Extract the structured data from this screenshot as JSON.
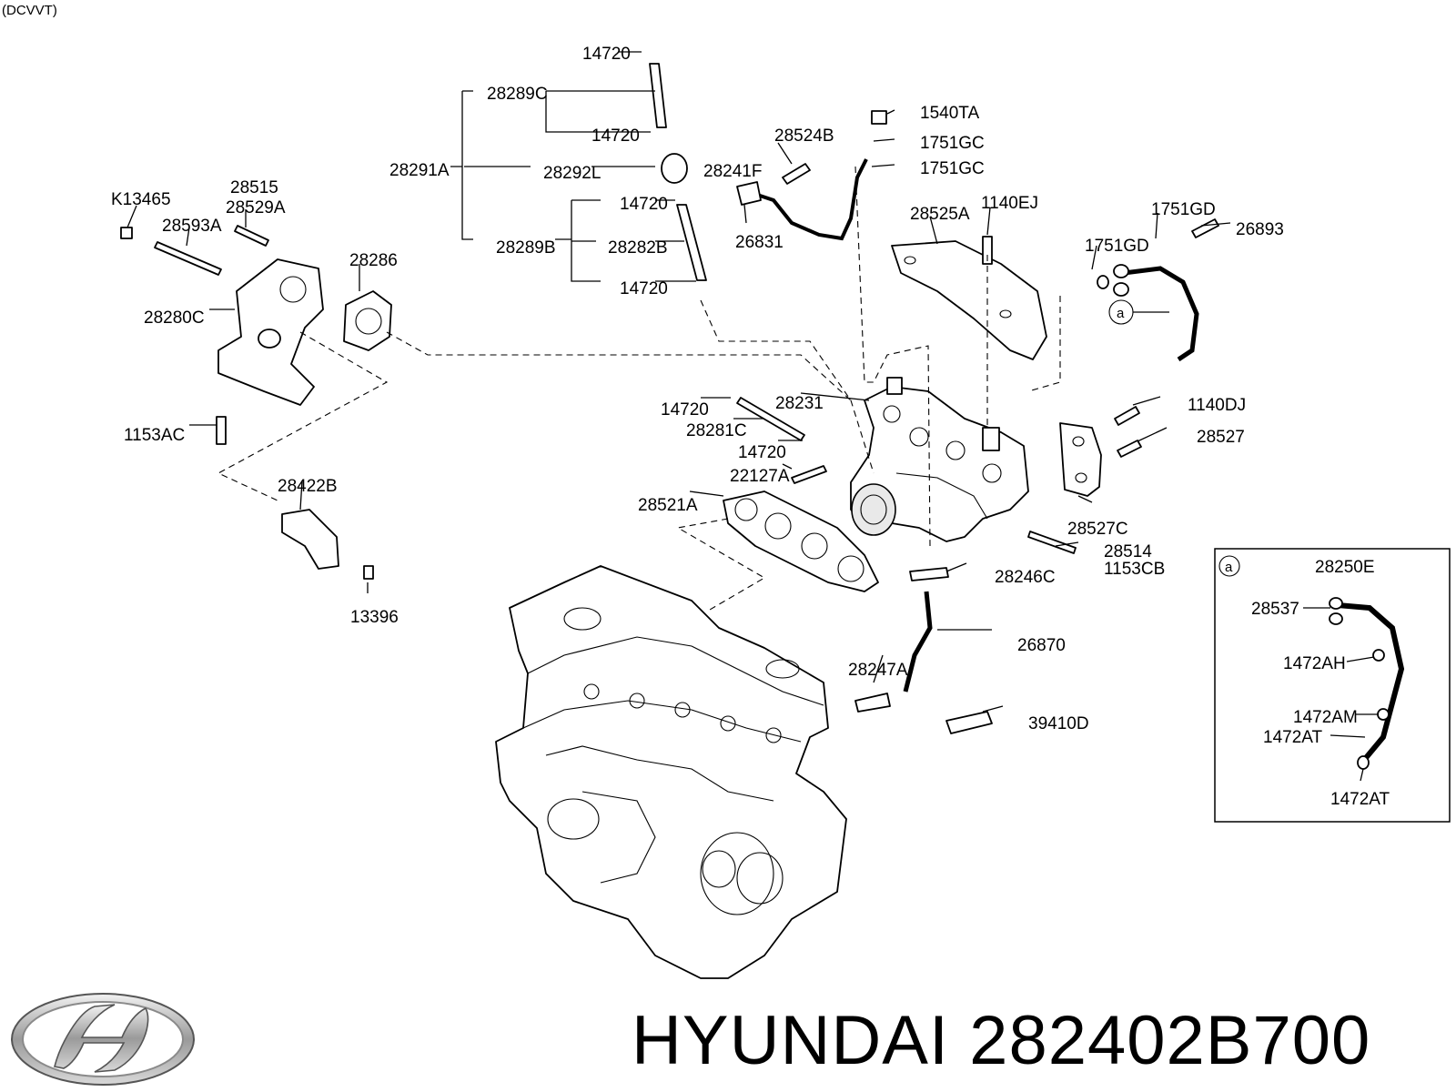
{
  "header_note": "(DCVVT)",
  "brand": {
    "name": "HYUNDAI",
    "part_number": "282402B700"
  },
  "callout_marker": "a",
  "inset": {
    "title": "28250E",
    "marker": "a"
  },
  "labels": {
    "l14720_a": "14720",
    "l28289C": "28289C",
    "l14720_b": "14720",
    "l28291A": "28291A",
    "l28292L": "28292L",
    "l28241F": "28241F",
    "l14720_c": "14720",
    "l28289B": "28289B",
    "l28282B": "28282B",
    "l14720_d": "14720",
    "l28524B": "28524B",
    "l26831": "26831",
    "l1540TA": "1540TA",
    "l1751GC_a": "1751GC",
    "l1751GC_b": "1751GC",
    "lK13465": "K13465",
    "l28515": "28515",
    "l28529A": "28529A",
    "l28593A": "28593A",
    "l28286": "28286",
    "l28280C": "28280C",
    "l1153AC": "1153AC",
    "l28525A": "28525A",
    "l1140EJ": "1140EJ",
    "l1751GD_a": "1751GD",
    "l26893": "26893",
    "l1751GD_b": "1751GD",
    "l14720_e": "14720",
    "l28231": "28231",
    "l28281C": "28281C",
    "l14720_f": "14720",
    "l22127A": "22127A",
    "l28521A": "28521A",
    "l1140DJ": "1140DJ",
    "l28527": "28527",
    "l28527C": "28527C",
    "l28514": "28514",
    "l1153CB": "1153CB",
    "l28246C": "28246C",
    "l28422B": "28422B",
    "l13396": "13396",
    "l26870": "26870",
    "l28247A": "28247A",
    "l39410D": "39410D",
    "l28537": "28537",
    "l1472AH": "1472AH",
    "l1472AM": "1472AM",
    "l1472AT_a": "1472AT",
    "l1472AT_b": "1472AT"
  }
}
